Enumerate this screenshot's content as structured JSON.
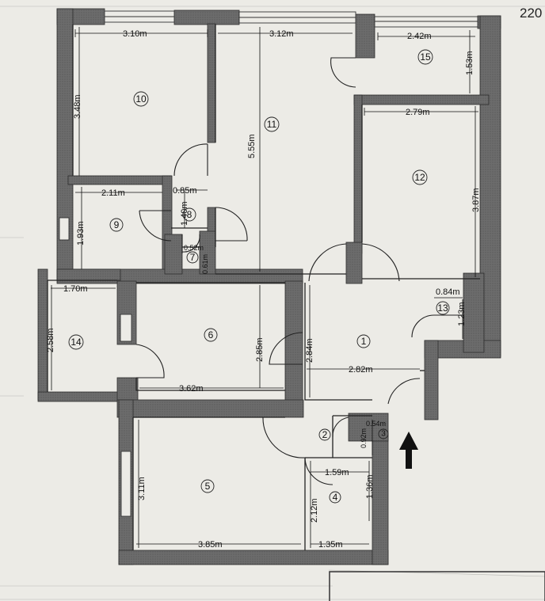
{
  "sheet": {
    "corner_number": "220"
  },
  "rooms": [
    {
      "id": "r1",
      "number": "1",
      "dims": [
        "2.84m",
        "2.82m"
      ]
    },
    {
      "id": "r2",
      "number": "2",
      "dims": []
    },
    {
      "id": "r3",
      "number": "3",
      "dims": [
        "0.54m",
        "0.92m"
      ]
    },
    {
      "id": "r4",
      "number": "4",
      "dims": [
        "1.59m",
        "2.12m",
        "1.36m",
        "1.35m"
      ]
    },
    {
      "id": "r5",
      "number": "5",
      "dims": [
        "3.11m",
        "3.85m"
      ]
    },
    {
      "id": "r6",
      "number": "6",
      "dims": [
        "2.85m",
        "3.62m"
      ]
    },
    {
      "id": "r7",
      "number": "7",
      "dims": [
        "0.52m",
        "0.61m"
      ]
    },
    {
      "id": "r8",
      "number": "8",
      "dims": [
        "0.85m",
        "1.40m"
      ]
    },
    {
      "id": "r9",
      "number": "9",
      "dims": [
        "2.11m",
        "1.93m"
      ]
    },
    {
      "id": "r10",
      "number": "10",
      "dims": [
        "3.10m",
        "3.48m"
      ]
    },
    {
      "id": "r11",
      "number": "11",
      "dims": [
        "3.12m",
        "5.55m"
      ]
    },
    {
      "id": "r12",
      "number": "12",
      "dims": [
        "2.79m",
        "3.87m"
      ]
    },
    {
      "id": "r13",
      "number": "13",
      "dims": [
        "0.84m",
        "1.23m"
      ]
    },
    {
      "id": "r14",
      "number": "14",
      "dims": [
        "1.70m",
        "2.58m"
      ]
    },
    {
      "id": "r15",
      "number": "15",
      "dims": [
        "2.42m",
        "1.53m"
      ]
    }
  ],
  "entrance": {
    "icon": "entrance-arrow-icon"
  }
}
